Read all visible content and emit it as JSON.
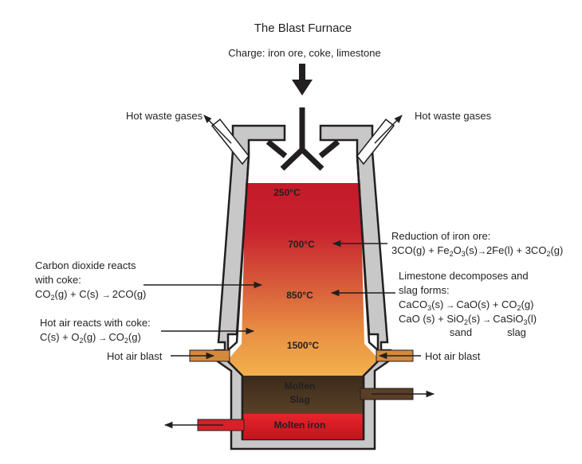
{
  "title": "The Blast Furnace",
  "charge": "Charge: iron ore, coke, limestone",
  "waste_gases_left": "Hot waste gases",
  "waste_gases_right": "Hot waste gases",
  "temperatures": [
    "250°C",
    "700°C",
    "850°C",
    "1500°C"
  ],
  "molten_slag": [
    "Molten",
    "Slag"
  ],
  "molten_iron": "Molten iron",
  "hot_air_blast_left": "Hot air blast",
  "hot_air_blast_right": "Hot air blast",
  "co2_reaction": {
    "heading": [
      "Carbon dioxide reacts",
      "with coke:"
    ],
    "equation": "CO2(g) + C(s) → 2CO(g)"
  },
  "hot_air_reaction": {
    "heading": "Hot air reacts with coke:",
    "equation": "C(s) + O2(g) → CO2(g)"
  },
  "iron_ore_reduction": {
    "heading": "Reduction of iron ore:",
    "equation": "3CO(g) + Fe2O3(s) → 2Fe(l) + 3CO2(g)"
  },
  "limestone": {
    "heading": [
      "Limestone decomposes and",
      "slag forms:"
    ],
    "equation1": "CaCO3(s) → CaO(s) + CO2(g)",
    "equation2": "CaO (s) + SiO2(s) → CaSiO3(l)",
    "under1": "sand",
    "under2": "slag"
  },
  "colors": {
    "furnace_wall": "#c8c8c8",
    "wall_outline": "#231f20",
    "hot_top": "#c41a2a",
    "warm_bottom": "#f0a848",
    "slag": "#4a3420",
    "molten_iron": "#e01e26",
    "air_pipe": "#d38a3a"
  }
}
